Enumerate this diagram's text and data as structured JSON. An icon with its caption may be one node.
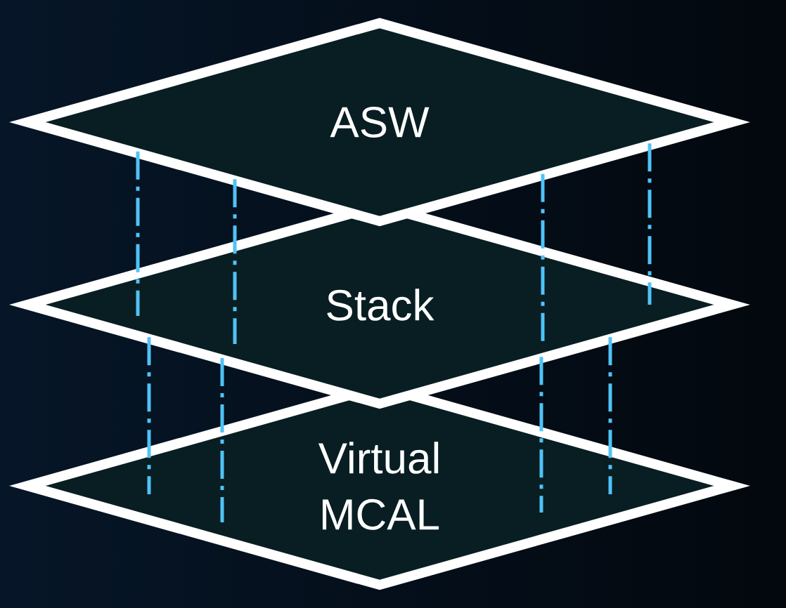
{
  "diagram": {
    "nodes": [
      {
        "text": [
          "ASW"
        ]
      },
      {
        "text": [
          "Stack"
        ]
      },
      {
        "text": [
          "Virtual MCAL"
        ]
      }
    ],
    "edges": [
      {
        "from": 0,
        "to": 1,
        "arrow": "none",
        "style": "dashed"
      },
      {
        "from": 0,
        "to": 1,
        "arrow": "none",
        "style": "dashed"
      },
      {
        "from": 0,
        "to": 1,
        "arrow": "none",
        "style": "dashed"
      },
      {
        "from": 0,
        "to": 1,
        "arrow": "none",
        "style": "dashed"
      },
      {
        "from": 1,
        "to": 2,
        "arrow": "none",
        "style": "dashed"
      },
      {
        "from": 1,
        "to": 2,
        "arrow": "none",
        "style": "dashed"
      },
      {
        "from": 1,
        "to": 2,
        "arrow": "none",
        "style": "dashed"
      },
      {
        "from": 1,
        "to": 2,
        "arrow": "none",
        "style": "dashed"
      }
    ]
  }
}
